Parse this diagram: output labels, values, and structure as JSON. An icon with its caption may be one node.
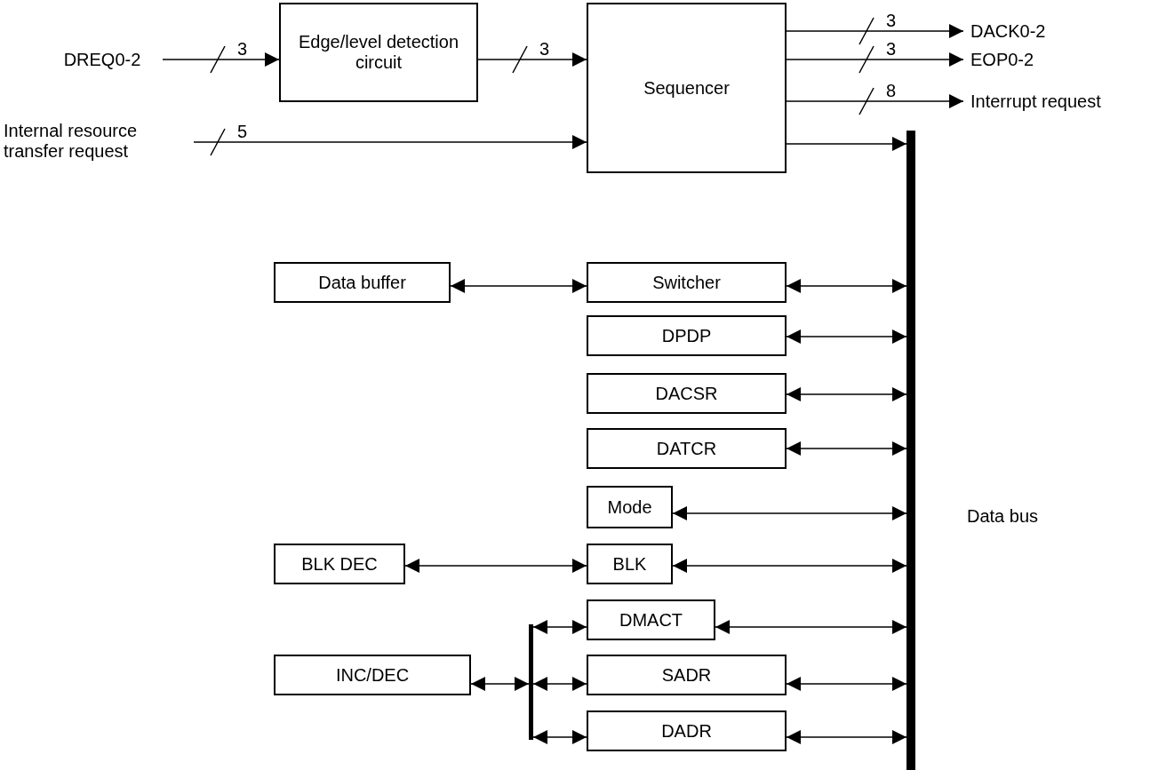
{
  "diagram": {
    "nodes": [
      {
        "text": [
          "DREQ0-2"
        ]
      },
      {
        "text": [
          "Edge/level detection circuit"
        ]
      },
      {
        "text": [
          "Sequencer"
        ]
      },
      {
        "text": [
          "Internal resource transfer request"
        ]
      },
      {
        "text": [
          "DACK0-2"
        ]
      },
      {
        "text": [
          "EOP0-2"
        ]
      },
      {
        "text": [
          "Interrupt request"
        ]
      },
      {
        "text": [],
        "shape": "bar",
        "beside": [
          "Data bus"
        ]
      },
      {
        "text": [
          "Data buffer"
        ]
      },
      {
        "text": [
          "Switcher"
        ]
      },
      {
        "text": [
          "DPDP"
        ]
      },
      {
        "text": [
          "DACSR"
        ]
      },
      {
        "text": [
          "DATCR"
        ]
      },
      {
        "text": [
          "Mode"
        ]
      },
      {
        "text": [
          "BLK DEC"
        ]
      },
      {
        "text": [
          "BLK"
        ]
      },
      {
        "text": [
          "DMACT"
        ]
      },
      {
        "text": [
          "INC/DEC"
        ]
      },
      {
        "text": [
          "SADR"
        ]
      },
      {
        "text": [
          "DADR"
        ]
      },
      {
        "text": [],
        "shape": "bar"
      }
    ],
    "edges": [
      {
        "from": 0,
        "to": 1,
        "arrow": "to",
        "label": "3"
      },
      {
        "from": 1,
        "to": 2,
        "arrow": "to",
        "label": "3"
      },
      {
        "from": 3,
        "to": 2,
        "arrow": "to",
        "label": "5"
      },
      {
        "from": 2,
        "to": 4,
        "arrow": "to",
        "label": "3"
      },
      {
        "from": 2,
        "to": 5,
        "arrow": "to",
        "label": "3"
      },
      {
        "from": 2,
        "to": 6,
        "arrow": "to",
        "label": "8"
      },
      {
        "from": 2,
        "to": 7,
        "arrow": "to"
      },
      {
        "from": 8,
        "to": 9,
        "arrow": "both"
      },
      {
        "from": 9,
        "to": 7,
        "arrow": "both"
      },
      {
        "from": 10,
        "to": 7,
        "arrow": "both"
      },
      {
        "from": 11,
        "to": 7,
        "arrow": "both"
      },
      {
        "from": 12,
        "to": 7,
        "arrow": "both"
      },
      {
        "from": 13,
        "to": 7,
        "arrow": "both"
      },
      {
        "from": 14,
        "to": 15,
        "arrow": "both"
      },
      {
        "from": 15,
        "to": 7,
        "arrow": "both"
      },
      {
        "from": 16,
        "to": 7,
        "arrow": "both"
      },
      {
        "from": 17,
        "to": 20,
        "arrow": "both"
      },
      {
        "from": 20,
        "to": 16,
        "arrow": "both"
      },
      {
        "from": 20,
        "to": 18,
        "arrow": "both"
      },
      {
        "from": 20,
        "to": 19,
        "arrow": "both"
      },
      {
        "from": 18,
        "to": 7,
        "arrow": "both"
      },
      {
        "from": 19,
        "to": 7,
        "arrow": "both"
      }
    ]
  }
}
